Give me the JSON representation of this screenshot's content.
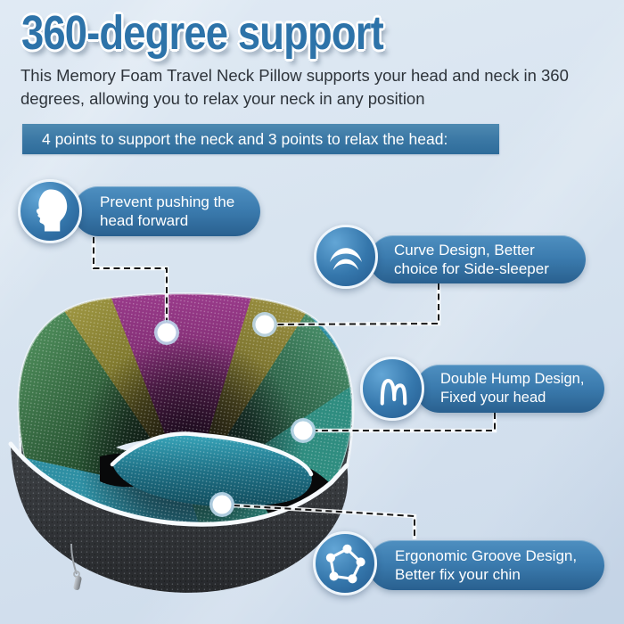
{
  "header": {
    "title": "360-degree support",
    "description_line1": "This Memory Foam Travel Neck Pillow supports your head and neck in 360",
    "description_line2": "degrees, allowing you to relax your neck in any position",
    "banner": "4 points to support the neck and 3 points to relax the head:"
  },
  "callouts": [
    {
      "icon": "head-profile-icon",
      "line1": "Prevent pushing the",
      "line2": "head forward"
    },
    {
      "icon": "curve-arcs-icon",
      "line1": "Curve Design, Better",
      "line2": "choice for Side-sleeper"
    },
    {
      "icon": "double-hump-icon",
      "line1": "Double Hump Design,",
      "line2": "Fixed your head"
    },
    {
      "icon": "pentagon-nodes-icon",
      "line1": "Ergonomic Groove Design,",
      "line2": "Better fix your chin"
    }
  ],
  "product": {
    "alt": "U-shaped memory foam travel neck pillow with colorful dotted mesh cover, white piping, dark gray fabric and zipper"
  },
  "colors": {
    "accent_blue": "#2d73a9",
    "banner_top": "#4e8ab1",
    "banner_bottom": "#2e6c9a",
    "pill_top": "#4e8fc0",
    "pill_bottom": "#29608f",
    "background": "#d8e4f0",
    "connector": "#151515",
    "mesh_purple": "#8c2e7e",
    "mesh_olive": "#8f8733",
    "mesh_green": "#3c7a50",
    "mesh_teal": "#2f93a8",
    "fabric_gray": "#3c3f43"
  }
}
